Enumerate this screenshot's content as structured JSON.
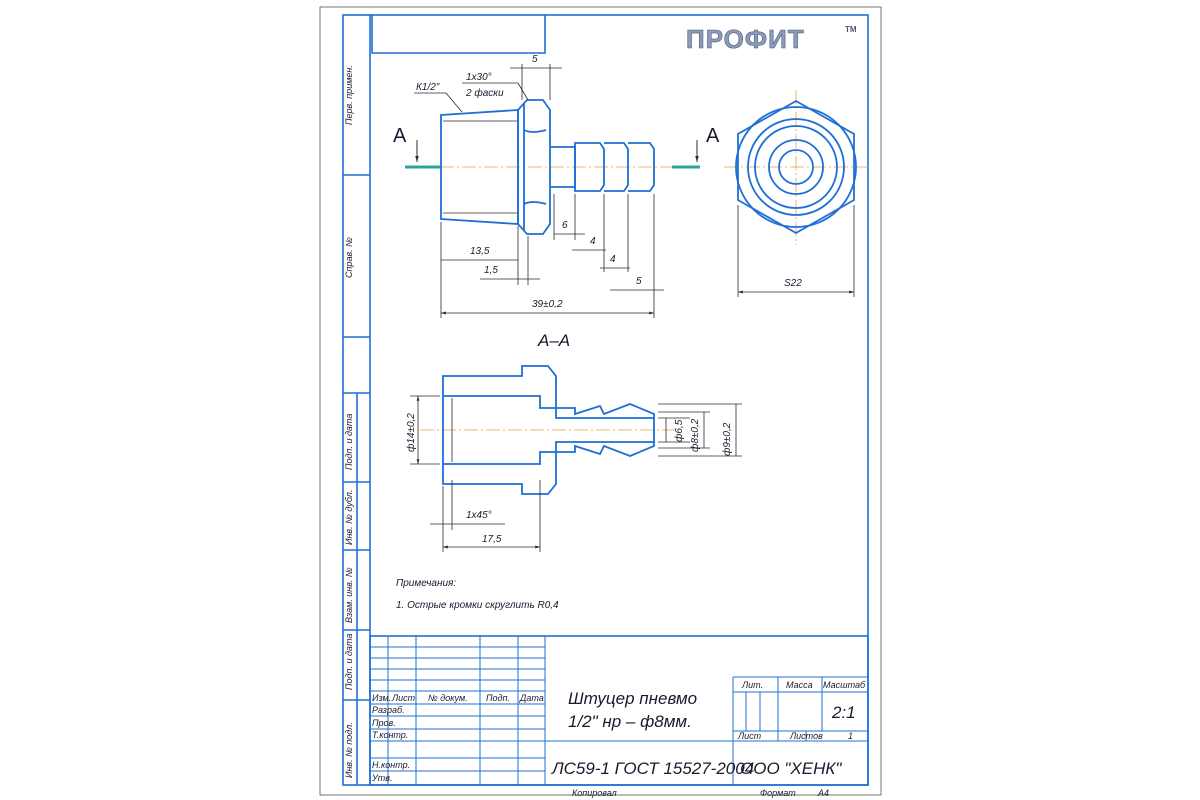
{
  "brand": {
    "logo_text": "ПРОФИТ",
    "tm": "TM",
    "logo_color": "#8c9cb8"
  },
  "colors": {
    "frame": "#1f6fd6",
    "axis": "#e8a13c",
    "section_marker": "#2aa39a"
  },
  "side_strip": {
    "labels": [
      "Перв. примен.",
      "Справ. №",
      "Подп. и дата",
      "Инв. № дубл.",
      "Взам. инв. №",
      "Подп. и дата",
      "Инв. № подл."
    ]
  },
  "views": {
    "section_left": "A",
    "section_right": "A",
    "section_title": "А–А"
  },
  "dimensions": {
    "thread": "К1/2\"",
    "chamfer_top": "1х30°",
    "chamfer_bottom": "2 фаски",
    "d5_top": "5",
    "d6": "6",
    "d4_a": "4",
    "d4_b": "4",
    "d5_b": "5",
    "d13_5": "13,5",
    "d1_5": "1,5",
    "d39": "39±0,2",
    "s22": "S22",
    "phi14": "ф14±0,2",
    "phi6_5": "ф6,5",
    "phi8": "ф8±0,2",
    "phi9": "ф9±0,2",
    "chamfer45": "1х45°",
    "d17_5": "17,5"
  },
  "notes": {
    "title": "Примечания:",
    "item1": "1. Острые кромки скруглить R0,4"
  },
  "title_block": {
    "col_izm": "Изм.",
    "col_list": "Лист",
    "col_doc": "№ докум.",
    "col_podp": "Подп.",
    "col_data": "Дата",
    "row_razrab": "Разраб.",
    "row_prov": "Пров.",
    "row_tkontr": "Т.контр.",
    "row_nkontr": "Н.контр.",
    "row_utv": "Утв.",
    "name_line1": "Штуцер пневмо",
    "name_line2": "1/2\" нр – ф8мм.",
    "lit": "Лит.",
    "massa": "Масса",
    "masshtab": "Масштаб",
    "scale_value": "2:1",
    "list": "Лист",
    "listov": "Листов",
    "listov_value": "1",
    "material": "ЛС59-1 ГОСТ 15527-2004",
    "company": "ООО \"ХЕНК\""
  },
  "footer": {
    "copied": "Копировал",
    "format": "Формат",
    "format_value": "А4"
  }
}
